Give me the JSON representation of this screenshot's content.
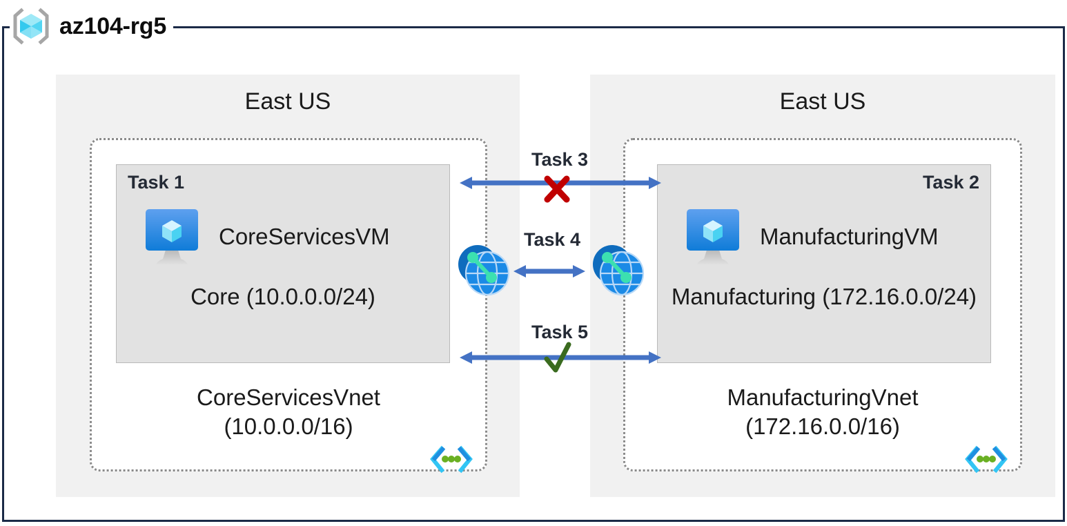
{
  "frame": {
    "resource_group_name": "az104-rg5",
    "icon": "resource-group-cube-icon",
    "border_color": "#1b2a47"
  },
  "regions": [
    {
      "id": "left",
      "title": "East US"
    },
    {
      "id": "right",
      "title": "East US"
    }
  ],
  "vnets": [
    {
      "id": "core",
      "name": "CoreServicesVnet",
      "address_space": "(10.0.0.0/16)",
      "icon": "vnet-icon",
      "subnet": {
        "task_tag": "Task 1",
        "task_tag_align": "left",
        "vm_name": "CoreServicesVM",
        "vm_icon": "virtual-machine-icon",
        "subnet_name": "Core",
        "subnet_prefix": "(10.0.0.0/24)"
      }
    },
    {
      "id": "manufacturing",
      "name": "ManufacturingVnet",
      "address_space": "(172.16.0.0/16)",
      "icon": "vnet-icon",
      "subnet": {
        "task_tag": "Task 2",
        "task_tag_align": "right",
        "vm_name": "ManufacturingVM",
        "vm_icon": "virtual-machine-icon",
        "subnet_name": "Manufacturing",
        "subnet_prefix": "(172.16.0.0/24)"
      }
    }
  ],
  "connectors": [
    {
      "id": "task3",
      "label": "Task 3",
      "status": "blocked",
      "status_glyph": "red-x-mark",
      "arrow": "double"
    },
    {
      "id": "task4",
      "label": "Task 4",
      "status": "peering",
      "status_glyph": "peering-icon",
      "arrow": "double"
    },
    {
      "id": "task5",
      "label": "Task 5",
      "status": "allowed",
      "status_glyph": "green-check-mark",
      "arrow": "double"
    }
  ],
  "colors": {
    "arrow_blue": "#4472c4",
    "blocked_red": "#c00000",
    "allowed_green": "#3a6b1f",
    "region_panel": "#f1f1f1",
    "subnet_fill": "#e2e2e2",
    "vnet_border": "#8a8a8a",
    "text": "#1a1a1a",
    "task_text": "#242a35"
  }
}
